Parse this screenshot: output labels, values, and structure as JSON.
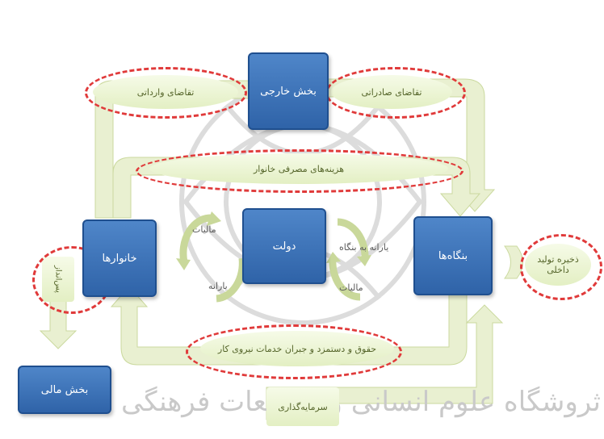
{
  "nodes": {
    "foreign": "بخش خارجی",
    "households": "خانوارها",
    "government": "دولت",
    "firms": "بنگاه‌ها",
    "financial": "بخش مالی"
  },
  "flows": {
    "imports": "تقاضای وارداتی",
    "exports": "تقاضای صادراتی",
    "consumption": "هزینه‌های مصرفی خانوار",
    "tax_left": "مالیات",
    "subsidy_left": "یارانه",
    "subsidy_right": "یارانه به بنگاه",
    "tax_right": "مالیات",
    "savings": "پس‌انداز",
    "wages": "حقوق و دستمزد و جبران خدمات نیروی کار",
    "investment": "سرمایه‌گذاری",
    "inventory": "ذخیره تولید داخلی"
  },
  "watermark": "ثروشگاه علوم انسانی و مطالعات فرهنگی",
  "colors": {
    "box_fill": "#3c74bb",
    "flow_fill": "#e3efc3",
    "dash": "#e03a3a"
  }
}
